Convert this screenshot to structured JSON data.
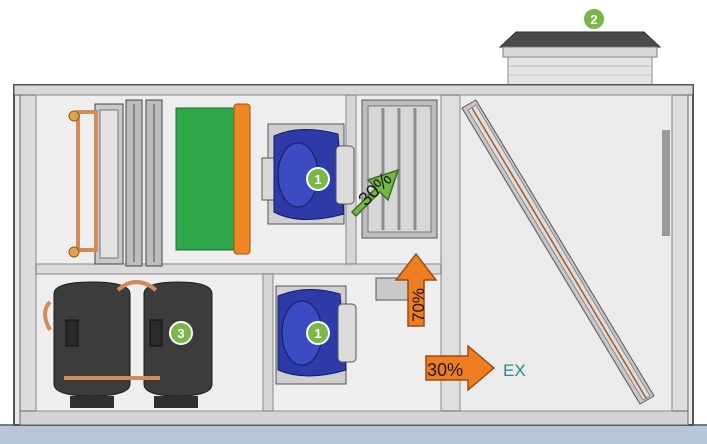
{
  "markers": {
    "fan_top": "1",
    "fan_bottom": "1",
    "exhaust_unit": "2",
    "compressors": "3"
  },
  "airflow": {
    "recirculation_top": "30%",
    "bypass_up": "70%",
    "exhaust_out": "30%",
    "exhaust_label": "EX"
  },
  "colors": {
    "marker_green": "#7ab648",
    "arrow_green": "#74b844",
    "arrow_orange": "#ee7d22",
    "filter_green": "#2ea84a",
    "filter_orange": "#ef8524",
    "fan_blue": "#2d3aa8",
    "compressor_dark": "#3c3c3c",
    "base_blue": "#b7c6d8",
    "ex_text": "#2a8a8a"
  }
}
